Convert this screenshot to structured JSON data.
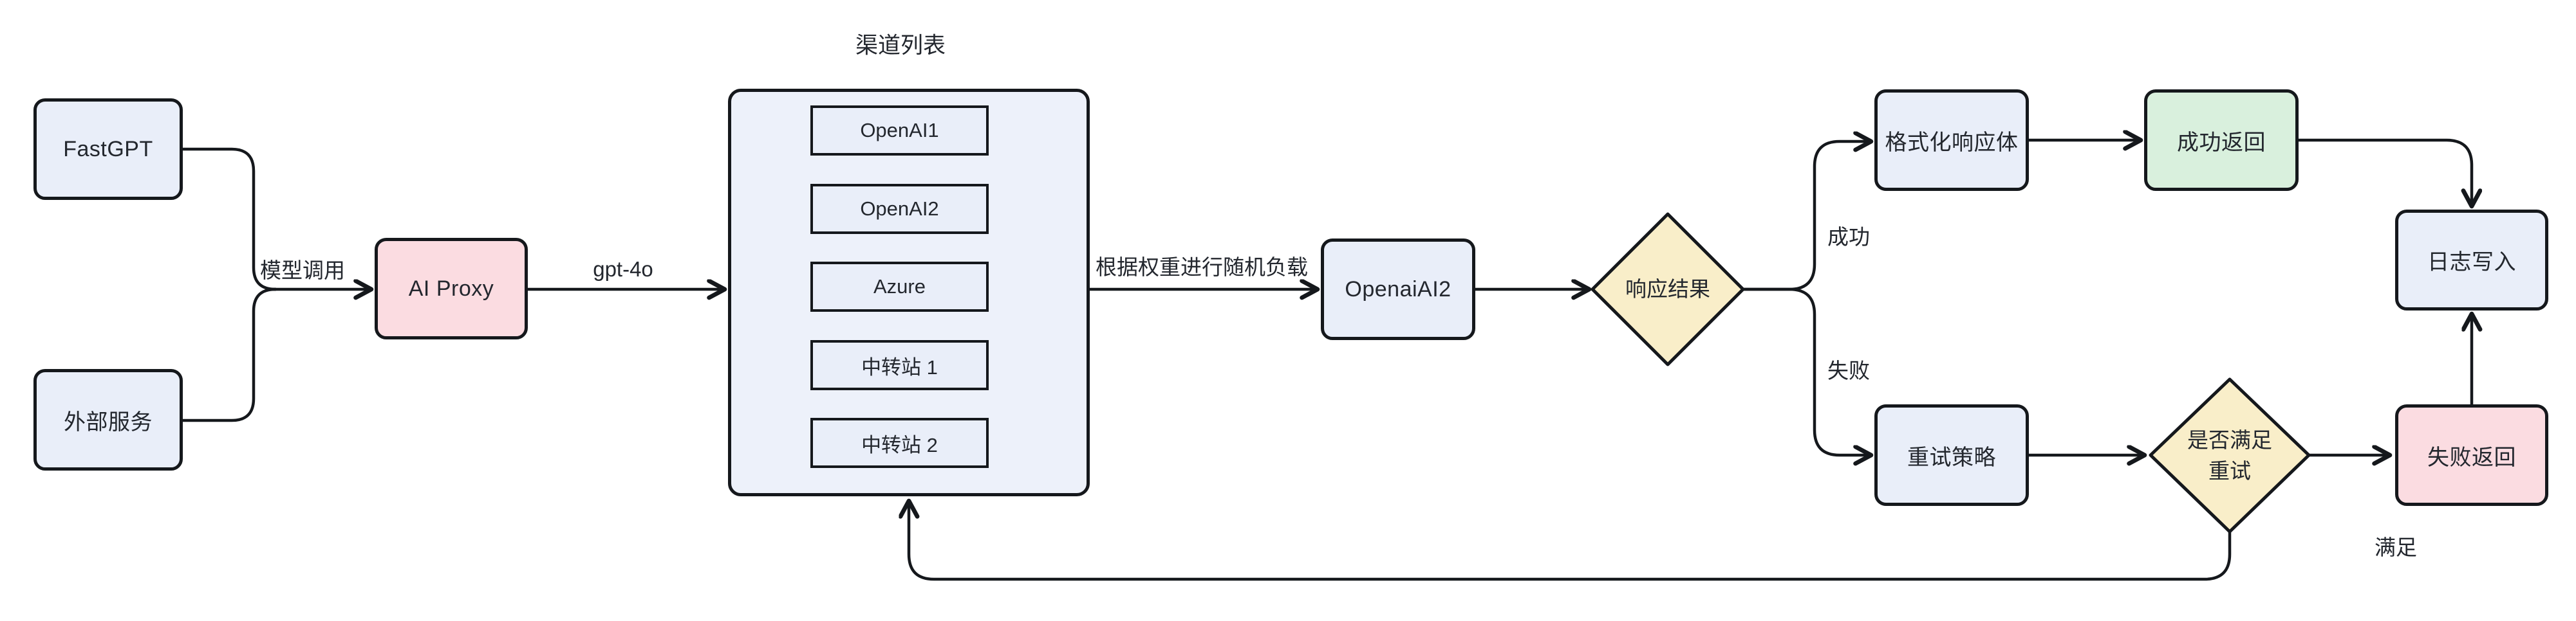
{
  "colors": {
    "node_blue_fill": "#e9eef9",
    "container_fill": "#edf1fa",
    "pink_fill": "#fbdce1",
    "green_fill": "#d9f0dd",
    "diamond_yellow_fill": "#f9eec9",
    "stroke": "#15181c",
    "text": "#23272e",
    "background": "#ffffff"
  },
  "nodes": {
    "fastgpt": {
      "label": "FastGPT"
    },
    "external_service": {
      "label": "外部服务"
    },
    "ai_proxy": {
      "label": "AI Proxy"
    },
    "channel_list": {
      "title": "渠道列表",
      "channels": [
        {
          "label": "OpenAI1"
        },
        {
          "label": "OpenAI2"
        },
        {
          "label": "Azure"
        },
        {
          "label": "中转站 1"
        },
        {
          "label": "中转站 2"
        }
      ]
    },
    "openai_ai2": {
      "label": "OpenaiAI2"
    },
    "response_result": {
      "label": "响应结果"
    },
    "format_response": {
      "label": "格式化响应体"
    },
    "success_return": {
      "label": "成功返回"
    },
    "log_write": {
      "label": "日志写入"
    },
    "retry_strategy": {
      "label": "重试策略"
    },
    "retry_check": {
      "label_line1": "是否满足",
      "label_line2": "重试"
    },
    "fail_return": {
      "label": "失败返回"
    }
  },
  "edge_labels": {
    "model_call": "模型调用",
    "gpt4o": "gpt-4o",
    "weighted_load": "根据权重进行随机负载",
    "success": "成功",
    "fail": "失败",
    "satisfied": "满足"
  }
}
